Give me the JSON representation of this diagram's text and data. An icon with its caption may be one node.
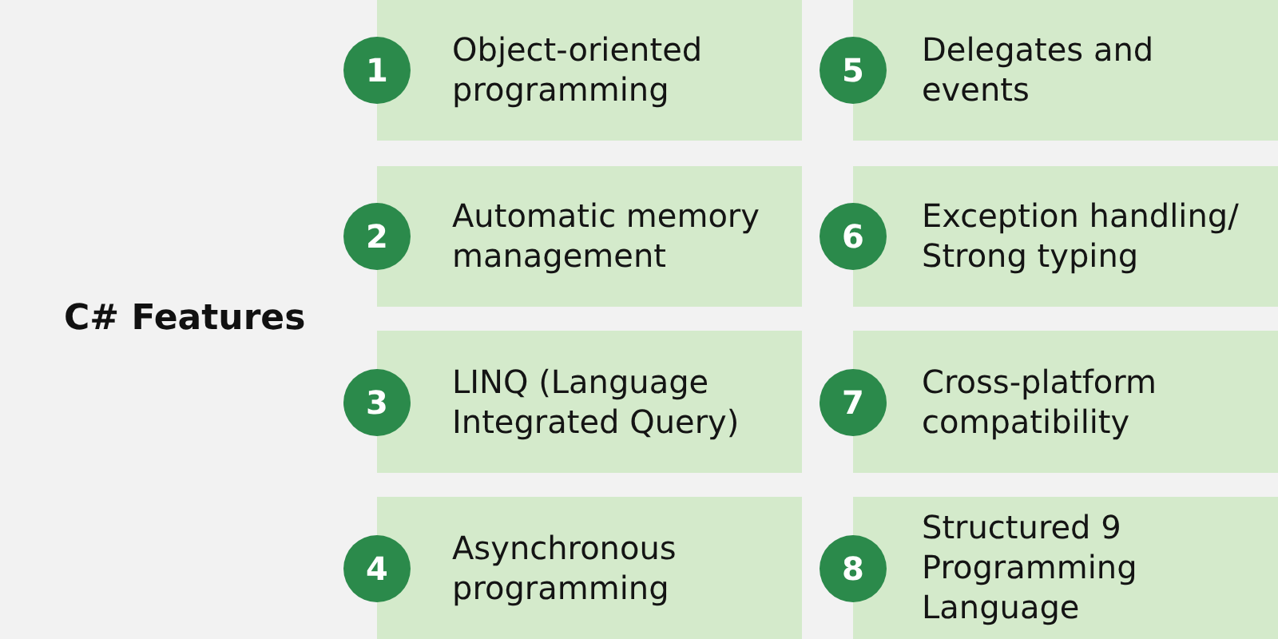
{
  "diagram": {
    "title": "C# Features",
    "nodes": [
      {
        "text": [
          "1"
        ]
      },
      {
        "text": [
          "Object-oriented programming"
        ]
      },
      {
        "text": [
          "2"
        ]
      },
      {
        "text": [
          "Automatic memory management"
        ]
      },
      {
        "text": [
          "3"
        ]
      },
      {
        "text": [
          "LINQ (Language Integrated Query)"
        ]
      },
      {
        "text": [
          "4"
        ]
      },
      {
        "text": [
          "Asynchronous programming"
        ]
      },
      {
        "text": [
          "5"
        ]
      },
      {
        "text": [
          "Delegates and events"
        ]
      },
      {
        "text": [
          "6"
        ]
      },
      {
        "text": [
          "Exception handling/ Strong typing"
        ]
      },
      {
        "text": [
          "7"
        ]
      },
      {
        "text": [
          "Cross-platform compatibility"
        ]
      },
      {
        "text": [
          "8"
        ]
      },
      {
        "text": [
          "Structured 9 Programming Language"
        ]
      }
    ]
  }
}
